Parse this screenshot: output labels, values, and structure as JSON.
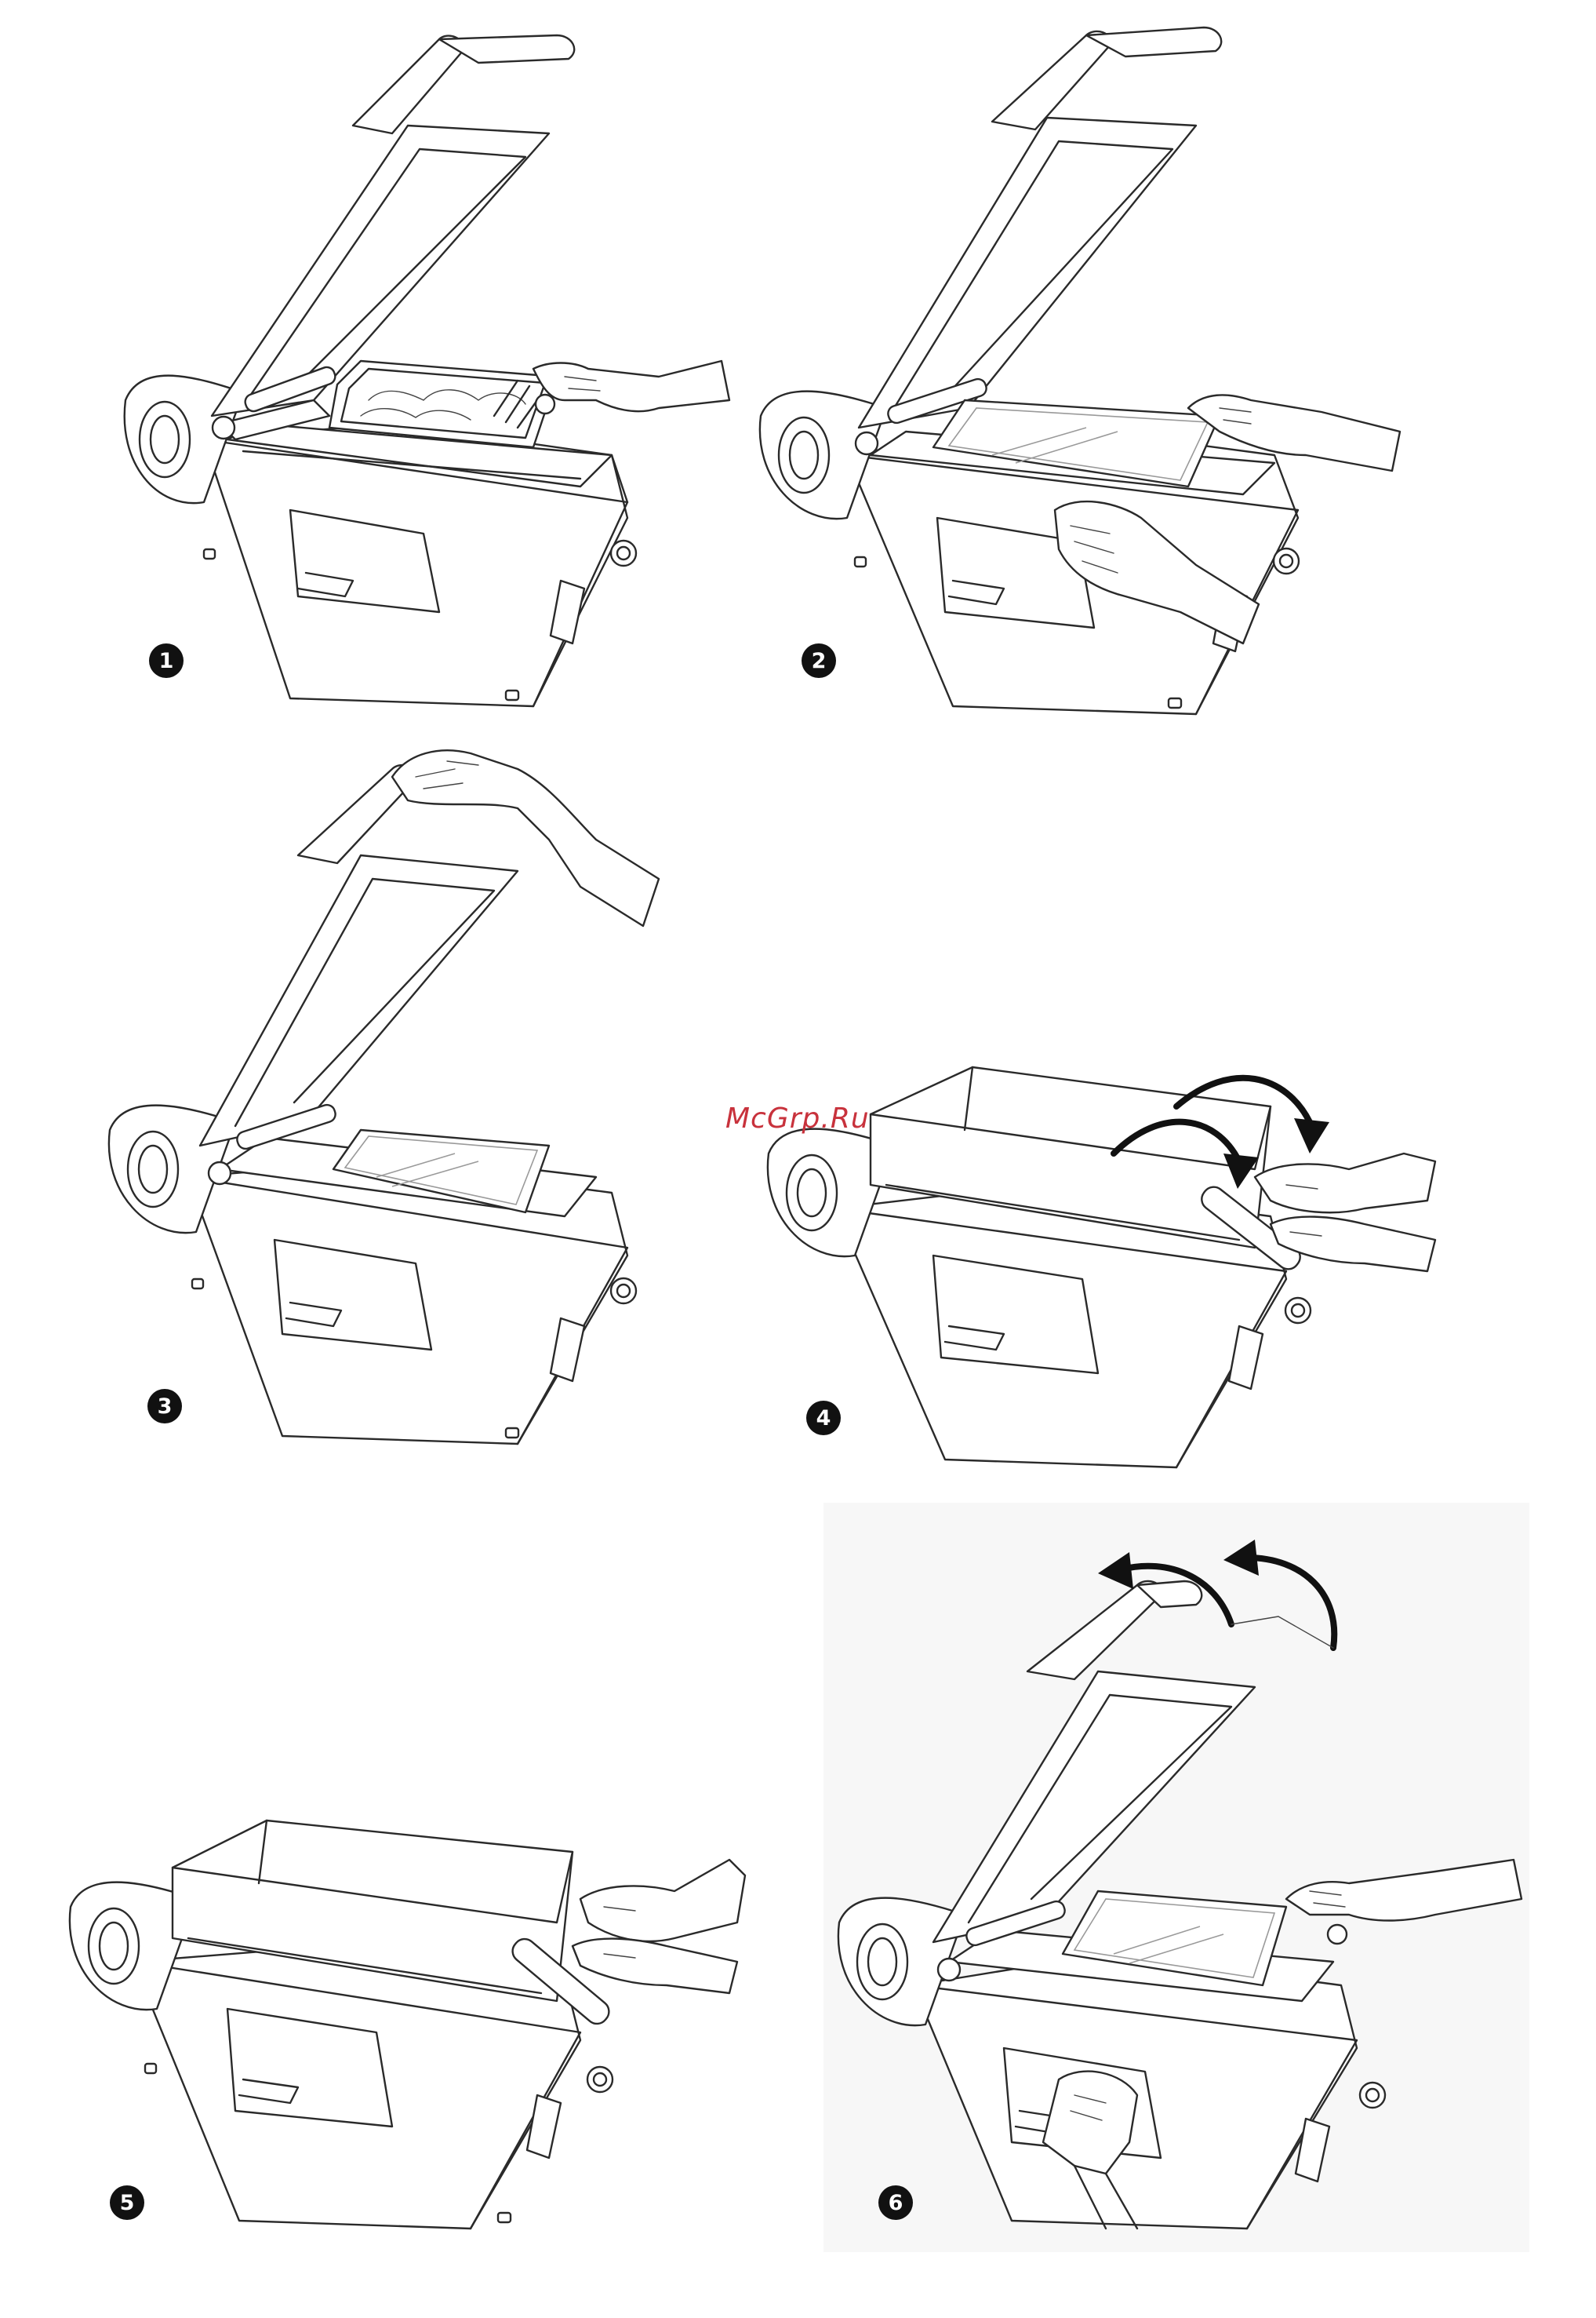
{
  "steps": [
    {
      "id": 1,
      "marker": "❶"
    },
    {
      "id": 2,
      "marker": "❷"
    },
    {
      "id": 3,
      "marker": "❸"
    },
    {
      "id": 4,
      "marker": "❹"
    },
    {
      "id": 5,
      "marker": "❺"
    },
    {
      "id": 6,
      "marker": "❻"
    }
  ],
  "watermark": {
    "text": "McGrp.Ru",
    "color": "#c8323c"
  },
  "colors": {
    "ink": "#2a2a2a",
    "background": "#ffffff",
    "arrow": "#111111"
  },
  "icons": [
    "curved-arrow-icon",
    "step-number-badge"
  ]
}
